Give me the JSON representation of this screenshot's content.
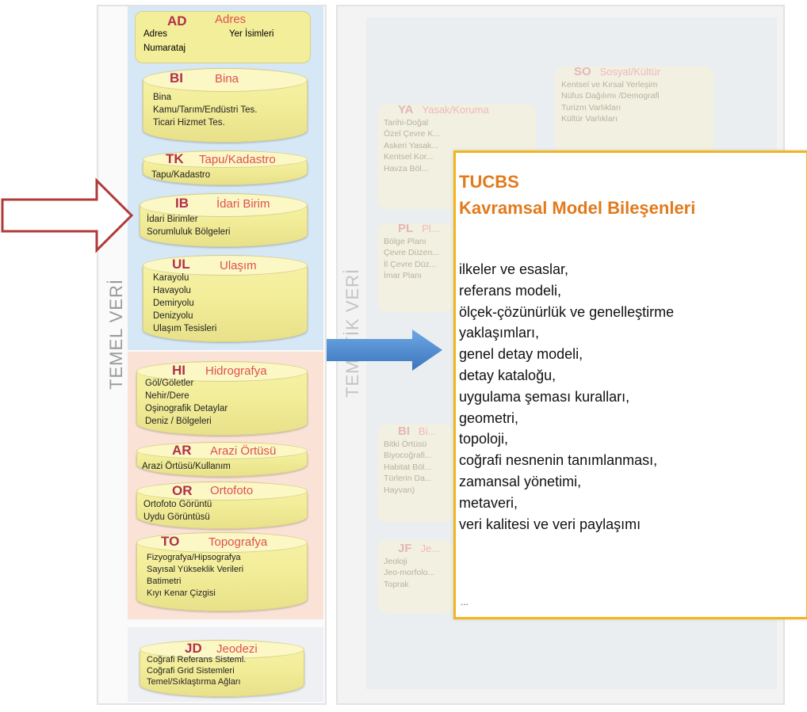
{
  "colors": {
    "code": "#b0304a",
    "name": "#e05050",
    "cylinder": "#f3ee9a",
    "callout_border": "#f2b51d",
    "callout_title": "#e27a1c",
    "arrow_outline": "#b03a3a",
    "arrow_blue": "#4a86c8"
  },
  "left_panel": {
    "label": "TEMEL VERİ",
    "groups": [
      {
        "code": "AD",
        "name": "Adres",
        "items": [
          "Adres",
          "Yer İsimleri",
          "Numarataj"
        ]
      },
      {
        "code": "BI",
        "name": "Bina",
        "items": [
          "Bina",
          "Kamu/Tarım/Endüstri Tes.",
          "Ticari  Hizmet Tes."
        ]
      },
      {
        "code": "TK",
        "name": "Tapu/Kadastro",
        "items": [
          "Tapu/Kadastro"
        ]
      },
      {
        "code": "IB",
        "name": "İdari Birim",
        "items": [
          "İdari Birimler",
          "Sorumluluk Bölgeleri"
        ]
      },
      {
        "code": "UL",
        "name": "Ulaşım",
        "items": [
          "Karayolu",
          "Havayolu",
          "Demiryolu",
          "Denizyolu",
          "Ulaşım  Tesisleri"
        ]
      },
      {
        "code": "HI",
        "name": "Hidrografya",
        "items": [
          "Göl/Göletler",
          "Nehir/Dere",
          "Oşinografik Detaylar",
          "Deniz / Bölgeleri"
        ]
      },
      {
        "code": "AR",
        "name": "Arazi Örtüsü",
        "items": [
          "Arazi Örtüsü/Kullanım"
        ]
      },
      {
        "code": "OR",
        "name": "Ortofoto",
        "items": [
          "Ortofoto Görüntü",
          "Uydu Görüntüsü"
        ]
      },
      {
        "code": "TO",
        "name": "Topografya",
        "items": [
          "Fizyografya/Hipsografya",
          "Sayısal Yükseklik Verileri",
          "Batimetri",
          "Kıyı Kenar Çizgisi"
        ]
      },
      {
        "code": "JD",
        "name": "Jeodezi",
        "items": [
          "Coğrafi Referans Sisteml.",
          "Coğrafi Grid Sistemleri",
          "Temel/Sıklaştırma Ağları"
        ]
      }
    ]
  },
  "right_panel": {
    "label": "TEMATİK VERİ",
    "groups": [
      {
        "code": "SO",
        "name": "Sosyal/Kültür",
        "items": [
          "Kentsel ve Kırsal Yerleşim",
          "Nüfus Dağılımı /Demografi",
          "Turizm Varlıkları",
          "Kültür Varlıkları"
        ]
      },
      {
        "code": "YA",
        "name": "Yasak/Koruma",
        "items": [
          "Tarihi-Doğal",
          "Özel Çevre K...",
          "Askeri Yasak...",
          "Kentsel Kor...",
          "Havza Böl..."
        ]
      },
      {
        "code": "PL",
        "name": "Pl...",
        "items": [
          "Bölge Planı",
          "Çevre Düzen...",
          "İl Çevre Düz...",
          "İmar Planı"
        ]
      },
      {
        "code": "BI",
        "name": "Bi...",
        "items": [
          "Bitki Örtüsü",
          "Biyocoğrafi...",
          "Habitat Böl...",
          "Türlerin Da...",
          "Hayvan)"
        ]
      },
      {
        "code": "JF",
        "name": "Je...",
        "items": [
          "Jeoloji",
          "Jeo-morfolo...",
          "Toprak"
        ]
      }
    ]
  },
  "callout": {
    "title_line1": "TUCBS",
    "title_line2": "Kavramsal Model Bileşenleri",
    "items": [
      "ilkeler ve esaslar,",
      "referans modeli,",
      "ölçek-çözünürlük ve genelleştirme",
      "yaklaşımları,",
      "genel detay modeli,",
      "detay kataloğu,",
      "uygulama şeması kuralları,",
      "geometri,",
      "topoloji,",
      "coğrafi nesnenin tanımlanması,",
      "zamansal yönetimi,",
      "metaveri,",
      "veri kalitesi ve veri paylaşımı"
    ],
    "ellipsis": "..."
  }
}
